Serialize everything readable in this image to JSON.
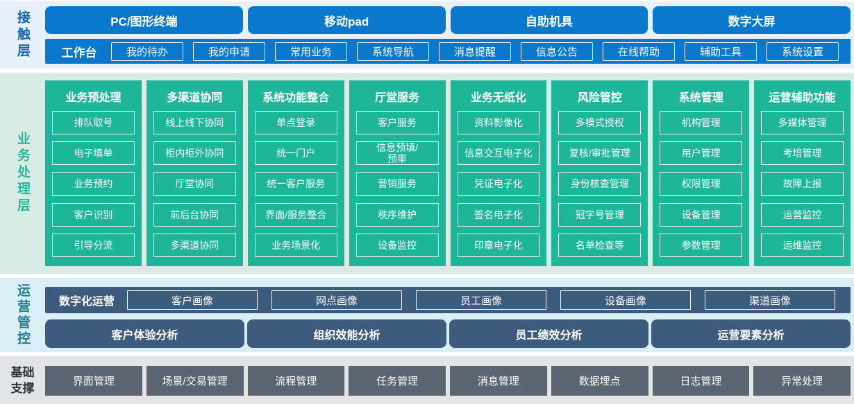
{
  "theme": {
    "blue": "#0a78cc",
    "blueLabel": "#1566b3",
    "band1bg": "#e7f1fb",
    "teal": "#1eb698",
    "band2bg": "#d8ece5",
    "greenLabel": "#2ab69a",
    "slate": "#3d5c7d",
    "band3bg": "#daeef5",
    "tealLabel": "#227e8e",
    "gray": "#5a6571",
    "band4bg": "#e2e4e6",
    "darkLabel": "#2f353c",
    "white": "#ffffff"
  },
  "contact_layer": {
    "label": "接触层",
    "terminals": [
      "PC/图形终端",
      "移动pad",
      "自助机具",
      "数字大屏"
    ],
    "workbench": {
      "label": "工作台",
      "items": [
        "我的待办",
        "我的申请",
        "常用业务",
        "系统导航",
        "消息提醒",
        "信息公告",
        "在线帮助",
        "辅助工具",
        "系统设置"
      ]
    }
  },
  "business_layer": {
    "label": "业务处理层",
    "columns": [
      {
        "title": "业务预处理",
        "items": [
          "排队取号",
          "电子填单",
          "业务预约",
          "客户识别",
          "引导分流"
        ]
      },
      {
        "title": "多渠道协同",
        "items": [
          "线上线下协同",
          "柜内柜外协同",
          "厅堂协同",
          "前后台协同",
          "多渠道协同"
        ]
      },
      {
        "title": "系统功能整合",
        "items": [
          "单点登录",
          "统一门户",
          "统一客户服务",
          "界面/服务整合",
          "业务场景化"
        ]
      },
      {
        "title": "厅堂服务",
        "items": [
          "客户服务",
          "信息预填/\n预审",
          "营销服务",
          "秩序维护",
          "设备监控"
        ]
      },
      {
        "title": "业务无纸化",
        "items": [
          "资料影像化",
          "信息交互电子化",
          "凭证电子化",
          "签名电子化",
          "印章电子化"
        ]
      },
      {
        "title": "风险管控",
        "items": [
          "多模式授权",
          "复核/审批管理",
          "身份核查管理",
          "冠字号管理",
          "名单检查等"
        ]
      },
      {
        "title": "系统管理",
        "items": [
          "机构管理",
          "用户管理",
          "权限管理",
          "设备管理",
          "参数管理"
        ]
      },
      {
        "title": "运营辅助功能",
        "items": [
          "多媒体管理",
          "考培管理",
          "故障上报",
          "运营监控",
          "运维监控"
        ]
      }
    ]
  },
  "operations_layer": {
    "label": "运营管控",
    "digital_ops": {
      "label": "数字化运营",
      "items": [
        "客户画像",
        "网点画像",
        "员工画像",
        "设备画像",
        "渠道画像"
      ]
    },
    "analysis": [
      "客户体验分析",
      "组织效能分析",
      "员工绩效分析",
      "运营要素分析"
    ]
  },
  "foundation_layer": {
    "label": "基础\n支撑",
    "items": [
      "界面管理",
      "场景/交易管理",
      "流程管理",
      "任务管理",
      "消息管理",
      "数据埋点",
      "日志管理",
      "异常处理"
    ]
  }
}
